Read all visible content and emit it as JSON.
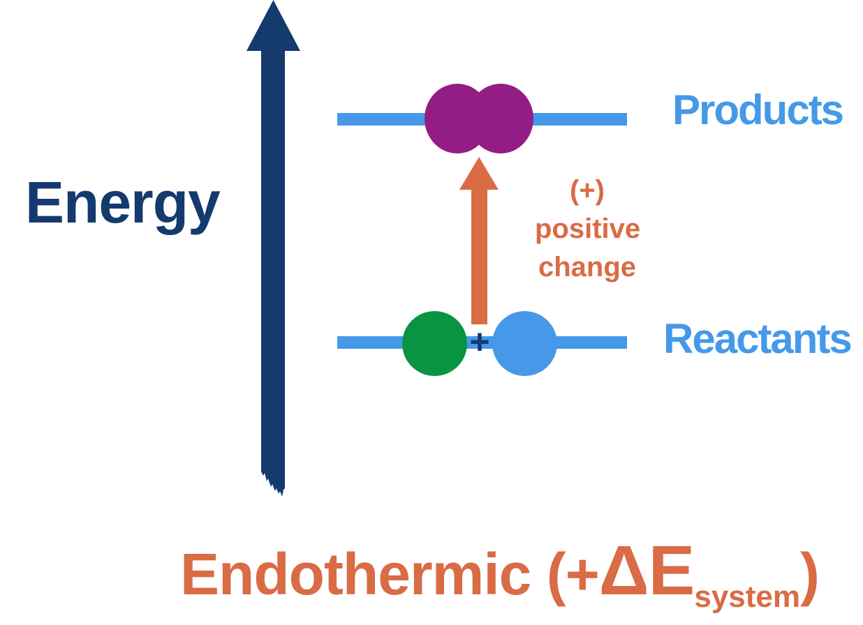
{
  "colors": {
    "navy": "#143A6E",
    "blue": "#4599E8",
    "orange": "#D96B45",
    "purple": "#941D85",
    "green": "#089440",
    "background": "#FFFFFF"
  },
  "axis": {
    "label": "Energy"
  },
  "levels": {
    "products": {
      "label": "Products"
    },
    "reactants": {
      "label": "Reactants",
      "plus": "+"
    }
  },
  "transition_annotation": {
    "lines": [
      "(+)",
      "positive",
      "change"
    ]
  },
  "title": {
    "prefix": "Endothermic (+",
    "delta_term": "ΔE",
    "subscript": "system",
    "suffix": ")"
  }
}
